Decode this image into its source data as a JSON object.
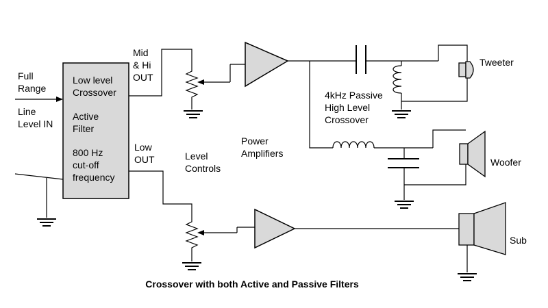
{
  "labels": {
    "input_full": [
      "Full",
      "Range"
    ],
    "input_line": [
      "Line",
      "Level IN"
    ],
    "crossover": [
      "Low level",
      "Crossover",
      "Active",
      "Filter",
      "800 Hz",
      "cut-off",
      "frequency"
    ],
    "mid_hi_out": [
      "Mid",
      "& Hi",
      "OUT"
    ],
    "low_out": [
      "Low",
      "OUT"
    ],
    "level_controls": [
      "Level",
      "Controls"
    ],
    "power_amplifiers": [
      "Power",
      "Amplifiers"
    ],
    "passive_crossover": [
      "4kHz Passive",
      "High Level",
      "Crossover"
    ],
    "tweeter": "Tweeter",
    "woofer": "Woofer",
    "sub": "Sub",
    "caption": "Crossover with both Active and Passive Filters"
  },
  "colors": {
    "component_fill": "#d9d9d9",
    "line": "#000000"
  }
}
